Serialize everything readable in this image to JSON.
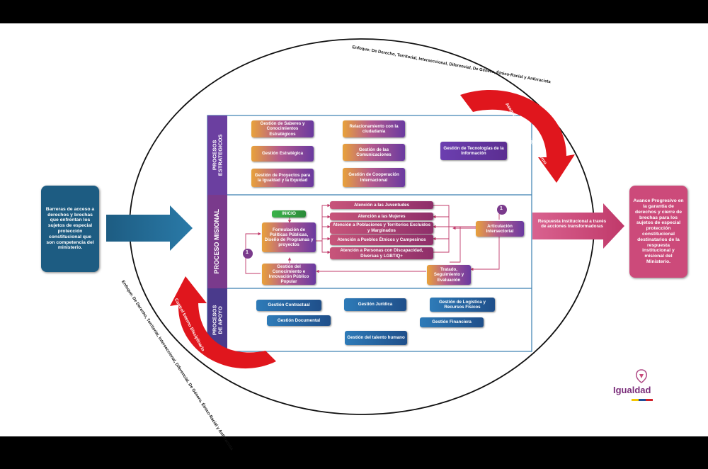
{
  "approach_label": "Enfoque: De Derecho, Territorial, Interseccional, Diferencial, De Género, Étnico-Racial y Antirracista",
  "arc_top": "Aseguramiento del Control Interno",
  "arc_bottom": "Control Interno Disciplinario",
  "left_box": "Barreras de acceso a derechos y brechas que enfrentan los sujetos de especial protección constitucional que son competencia del ministerio.",
  "right_box": "Avance Progresivo en la garantía de derechos y cierre de brechas para los sujetos de especial protección constitucional destinatarios de la respuesta institucional y misional del Ministerio.",
  "respuesta": "Respuesta institucional a través de acciones transformadoras",
  "sections": {
    "estrategicos": "PROCESOS ESTRATEGICOS",
    "misional": "PROCESO MISIONAL",
    "apoyo": "PROCESOS DE APOYO"
  },
  "estrategicos": [
    "Gestión de Saberes y Conocimientos Estratégicos",
    "Relacionamiento con la ciudadanía",
    "Gestión Estratégica",
    "Gestión de las Comunicaciones",
    "Gestión de Tecnologías de la Información",
    "Gestión de Proyectos para la Igualdad y la Equidad",
    "Gestión de Cooperación Internacional"
  ],
  "misional": {
    "inicio": "INICIO",
    "formulacion": "Formulación de Políticas Públicas, Diseño de Programas y proyectos",
    "conocimiento": "Gestión del Conocimiento e Innovación Público Popular",
    "atenciones": [
      "Atención a las Juventudes",
      "Atención a las Mujeres",
      "Atención a Poblaciones y Territorios Excluidos y Marginados",
      "Atención a Pueblos Étnicos y Campesinos",
      "Atención a Personas con Discapacidad, Diversas y LGBTIQ+"
    ],
    "articulacion": "Articulación Intersectorial",
    "tratado": "Tratado, Seguimiento y Evaluación",
    "marker": "1"
  },
  "apoyo": [
    "Gestión Contractual",
    "Gestión Jurídica",
    "Gestión de Logística y Recursos Físicos",
    "Gestión Documental",
    "Gestión Financiera",
    "Gestión del talento humano"
  ],
  "logo": "Igualdad",
  "colors": {
    "left_box": "#1d5c82",
    "right_box": "#cc4a7a",
    "red_arc": "#e0161d",
    "section_label": "#6b3fa0"
  }
}
